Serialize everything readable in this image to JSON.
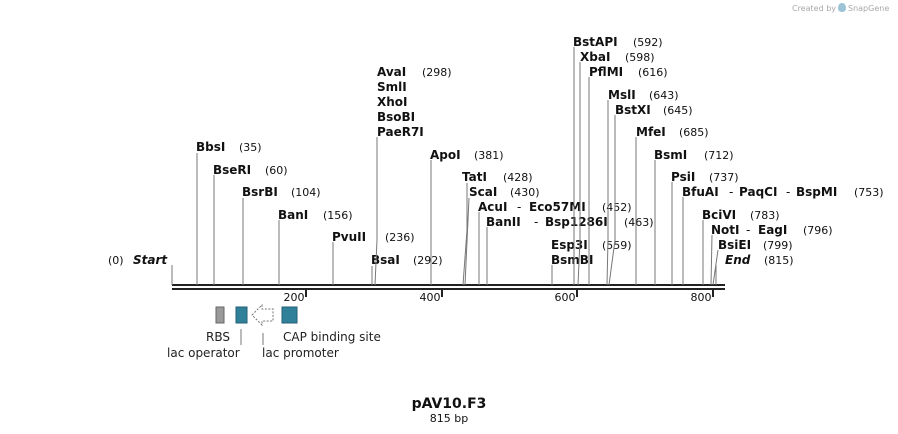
{
  "credit": {
    "prefix": "Created by",
    "brand": "SnapGene"
  },
  "title": "pAV10.F3",
  "length_label": "815 bp",
  "sequence_length": 815,
  "axis_ticks": [
    200,
    400,
    600,
    800
  ],
  "colors": {
    "backbone": "#222222",
    "feature_teal": "#31809a",
    "feature_grey": "#9a9a9a"
  },
  "start_label": {
    "pos": "(0)",
    "name": "Start"
  },
  "end_label": {
    "name": "End",
    "pos": "(815)"
  },
  "sites": [
    {
      "names": [
        "BbsI"
      ],
      "pos": "(35)",
      "bp": 35
    },
    {
      "names": [
        "BseRI"
      ],
      "pos": "(60)",
      "bp": 60
    },
    {
      "names": [
        "BsrBI"
      ],
      "pos": "(104)",
      "bp": 104
    },
    {
      "names": [
        "BanI"
      ],
      "pos": "(156)",
      "bp": 156
    },
    {
      "names": [
        "PvuII"
      ],
      "pos": "(236)",
      "bp": 236
    },
    {
      "names": [
        "BsaI"
      ],
      "pos": "(292)",
      "bp": 292
    },
    {
      "names": [
        "AvaI",
        "SmlI",
        "XhoI",
        "BsoBI",
        "PaeR7I"
      ],
      "pos": "(298)",
      "bp": 298
    },
    {
      "names": [
        "ApoI"
      ],
      "pos": "(381)",
      "bp": 381
    },
    {
      "names": [
        "TatI"
      ],
      "pos": "(428)",
      "bp": 428
    },
    {
      "names": [
        "ScaI"
      ],
      "pos": "(430)",
      "bp": 430
    },
    {
      "names": [
        "AcuI",
        "Eco57MI"
      ],
      "pos": "(452)",
      "bp": 452
    },
    {
      "names": [
        "BanII",
        "Bsp1286I"
      ],
      "pos": "(463)",
      "bp": 463
    },
    {
      "names": [
        "Esp3I"
      ],
      "pos": "(559)",
      "bp": 559
    },
    {
      "names": [
        "BsmBI"
      ],
      "pos": "",
      "bp": 559
    },
    {
      "names": [
        "BstAPI"
      ],
      "pos": "(592)",
      "bp": 592
    },
    {
      "names": [
        "XbaI"
      ],
      "pos": "(598)",
      "bp": 598
    },
    {
      "names": [
        "PflMI"
      ],
      "pos": "(616)",
      "bp": 616
    },
    {
      "names": [
        "MslI"
      ],
      "pos": "(643)",
      "bp": 643
    },
    {
      "names": [
        "BstXI"
      ],
      "pos": "(645)",
      "bp": 645
    },
    {
      "names": [
        "MfeI"
      ],
      "pos": "(685)",
      "bp": 685
    },
    {
      "names": [
        "BsmI"
      ],
      "pos": "(712)",
      "bp": 712
    },
    {
      "names": [
        "PsiI"
      ],
      "pos": "(737)",
      "bp": 737
    },
    {
      "names": [
        "BfuAI",
        "PaqCI",
        "BspMI"
      ],
      "pos": "(753)",
      "bp": 753
    },
    {
      "names": [
        "BciVI"
      ],
      "pos": "(783)",
      "bp": 783
    },
    {
      "names": [
        "NotI",
        "EagI"
      ],
      "pos": "(796)",
      "bp": 796
    },
    {
      "names": [
        "BsiEI"
      ],
      "pos": "(799)",
      "bp": 799
    }
  ],
  "features": [
    {
      "name": "RBS",
      "kind": "box",
      "color": "#9a9a9a"
    },
    {
      "name": "lac operator",
      "kind": "box",
      "color": "#31809a"
    },
    {
      "name": "lac promoter",
      "kind": "arrow-left",
      "color": "#ffffff"
    },
    {
      "name": "CAP binding site",
      "kind": "box",
      "color": "#31809a"
    }
  ]
}
